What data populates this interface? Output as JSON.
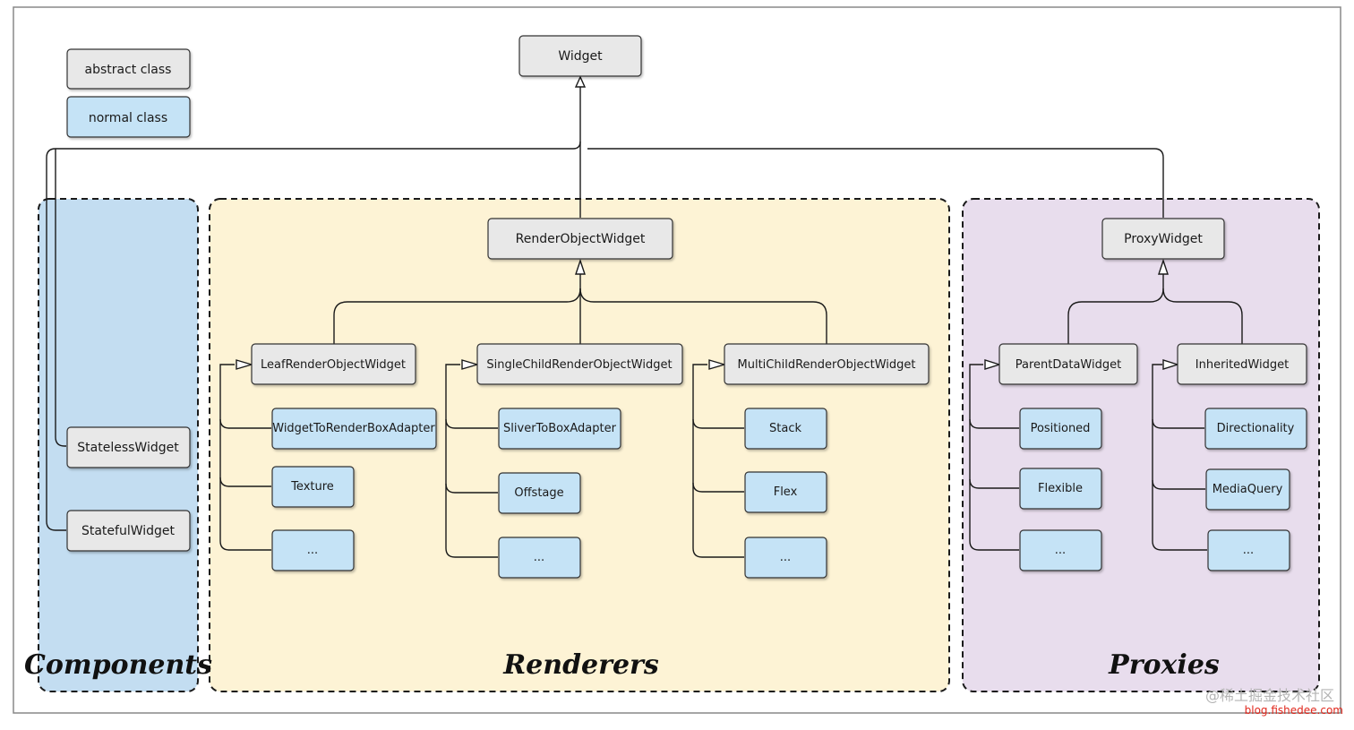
{
  "colors": {
    "abstract_fill": "#e8e8e8",
    "normal_fill": "#c5e3f6",
    "components_bg": "#c3ddf1",
    "renderers_bg": "#fdf3d5",
    "proxies_bg": "#e8dded",
    "stroke": "#333333"
  },
  "legend": {
    "abstract": "abstract class",
    "normal": "normal class"
  },
  "groups": {
    "components": "Components",
    "renderers": "Renderers",
    "proxies": "Proxies"
  },
  "nodes": {
    "widget": "Widget",
    "render_object_widget": "RenderObjectWidget",
    "proxy_widget": "ProxyWidget",
    "stateless_widget": "StatelessWidget",
    "stateful_widget": "StatefulWidget",
    "leaf_render_object_widget": "LeafRenderObjectWidget",
    "single_child_render_object_widget": "SingleChildRenderObjectWidget",
    "multi_child_render_object_widget": "MultiChildRenderObjectWidget",
    "parent_data_widget": "ParentDataWidget",
    "inherited_widget": "InheritedWidget",
    "widget_to_render_box_adapter": "WidgetToRenderBoxAdapter",
    "texture": "Texture",
    "leaf_more": "...",
    "sliver_to_box_adapter": "SliverToBoxAdapter",
    "offstage": "Offstage",
    "single_more": "...",
    "stack": "Stack",
    "flex": "Flex",
    "multi_more": "...",
    "positioned": "Positioned",
    "flexible": "Flexible",
    "parent_more": "...",
    "directionality": "Directionality",
    "media_query": "MediaQuery",
    "inherited_more": "..."
  },
  "watermark": {
    "line1": "@稀土掘金技术社区",
    "line2": "blog.fishedee.com"
  }
}
